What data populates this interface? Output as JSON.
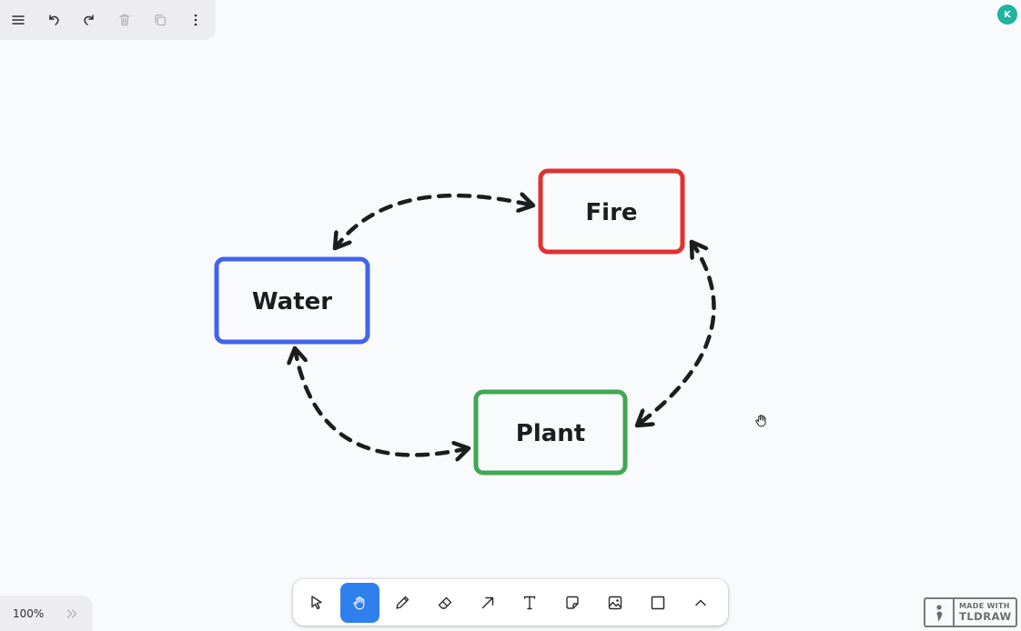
{
  "app": {
    "name": "tldraw",
    "user_initial": "K"
  },
  "topbar": {
    "items": [
      {
        "icon": "menu-icon",
        "enabled": true
      },
      {
        "icon": "undo-icon",
        "enabled": true
      },
      {
        "icon": "redo-icon",
        "enabled": true
      },
      {
        "icon": "trash-icon",
        "enabled": false
      },
      {
        "icon": "duplicate-icon",
        "enabled": false
      },
      {
        "icon": "more-vertical-icon",
        "enabled": true
      }
    ]
  },
  "diagram": {
    "nodes": [
      {
        "id": "fire",
        "label": "Fire",
        "color": "#e03131"
      },
      {
        "id": "water",
        "label": "Water",
        "color": "#4263eb"
      },
      {
        "id": "plant",
        "label": "Plant",
        "color": "#40a854"
      }
    ],
    "edges": [
      {
        "from": "water",
        "to": "fire",
        "style": "dashed",
        "arrowheads": "both"
      },
      {
        "from": "fire",
        "to": "plant",
        "style": "dashed",
        "arrowheads": "both"
      },
      {
        "from": "water",
        "to": "plant",
        "style": "dashed",
        "arrowheads": "both"
      }
    ],
    "stroke_color": "#1d1d1d"
  },
  "toolbar": {
    "tools": [
      {
        "name": "select",
        "icon": "cursor-icon",
        "active": false
      },
      {
        "name": "hand",
        "icon": "hand-icon",
        "active": true
      },
      {
        "name": "draw",
        "icon": "pencil-icon",
        "active": false
      },
      {
        "name": "eraser",
        "icon": "eraser-icon",
        "active": false
      },
      {
        "name": "arrow",
        "icon": "arrow-icon",
        "active": false
      },
      {
        "name": "text",
        "icon": "text-icon",
        "active": false
      },
      {
        "name": "note",
        "icon": "sticky-note-icon",
        "active": false
      },
      {
        "name": "media",
        "icon": "image-icon",
        "active": false
      },
      {
        "name": "rectangle",
        "icon": "rectangle-icon",
        "active": false
      },
      {
        "name": "more",
        "icon": "chevron-up-icon",
        "active": false
      }
    ],
    "active_color": "#2f80ed"
  },
  "zoom": {
    "label": "100%"
  },
  "watermark": {
    "line1": "MADE WITH",
    "line2": "TLDRAW"
  }
}
